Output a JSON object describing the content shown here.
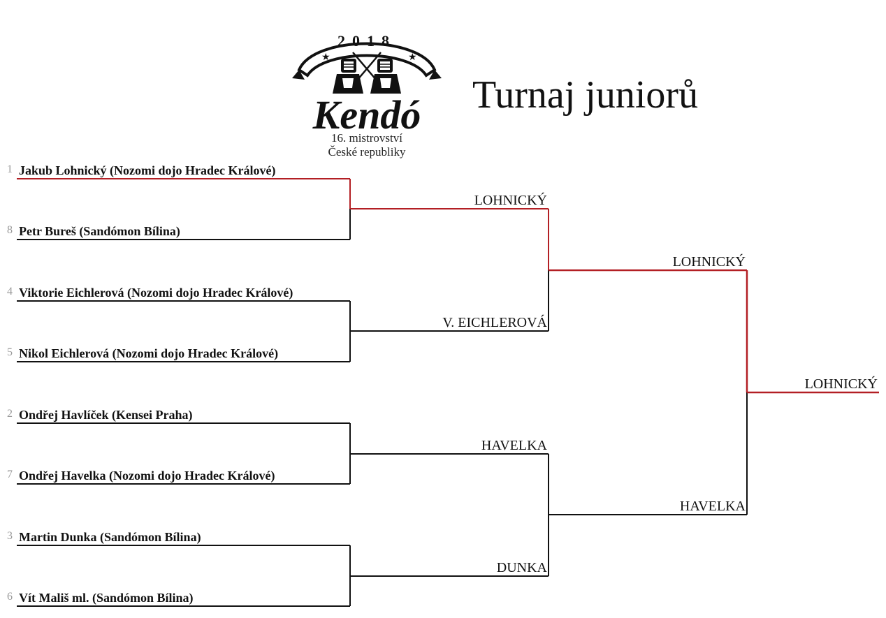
{
  "title": "Turnaj juniorů",
  "logo": {
    "year": "2018",
    "word": "Kendó",
    "subtitle_line1": "16. mistrovství",
    "subtitle_line2": "České republiky"
  },
  "colors": {
    "line": "#111111",
    "winner_path": "#b31f24",
    "seed": "#999999"
  },
  "round1": [
    {
      "seed": "1",
      "name": "Jakub Lohnický  (Nozomi dojo Hradec Králové)"
    },
    {
      "seed": "8",
      "name": "Petr Bureš (Sandómon Bílina)"
    },
    {
      "seed": "4",
      "name": "Viktorie Eichlerová  (Nozomi dojo Hradec Králové)"
    },
    {
      "seed": "5",
      "name": "Nikol Eichlerová  (Nozomi dojo Hradec Králové)"
    },
    {
      "seed": "2",
      "name": "Ondřej Havlíček (Kensei Praha)"
    },
    {
      "seed": "7",
      "name": "Ondřej Havelka  (Nozomi dojo Hradec Králové)"
    },
    {
      "seed": "3",
      "name": "Martin Dunka (Sandómon Bílina)"
    },
    {
      "seed": "6",
      "name": "Vít Mališ ml. (Sandómon Bílina)"
    }
  ],
  "round2": [
    "LOHNICKÝ",
    "V. EICHLEROVÁ",
    "HAVELKA",
    "DUNKA"
  ],
  "round3": [
    "LOHNICKÝ",
    "HAVELKA"
  ],
  "champion": "LOHNICKÝ"
}
